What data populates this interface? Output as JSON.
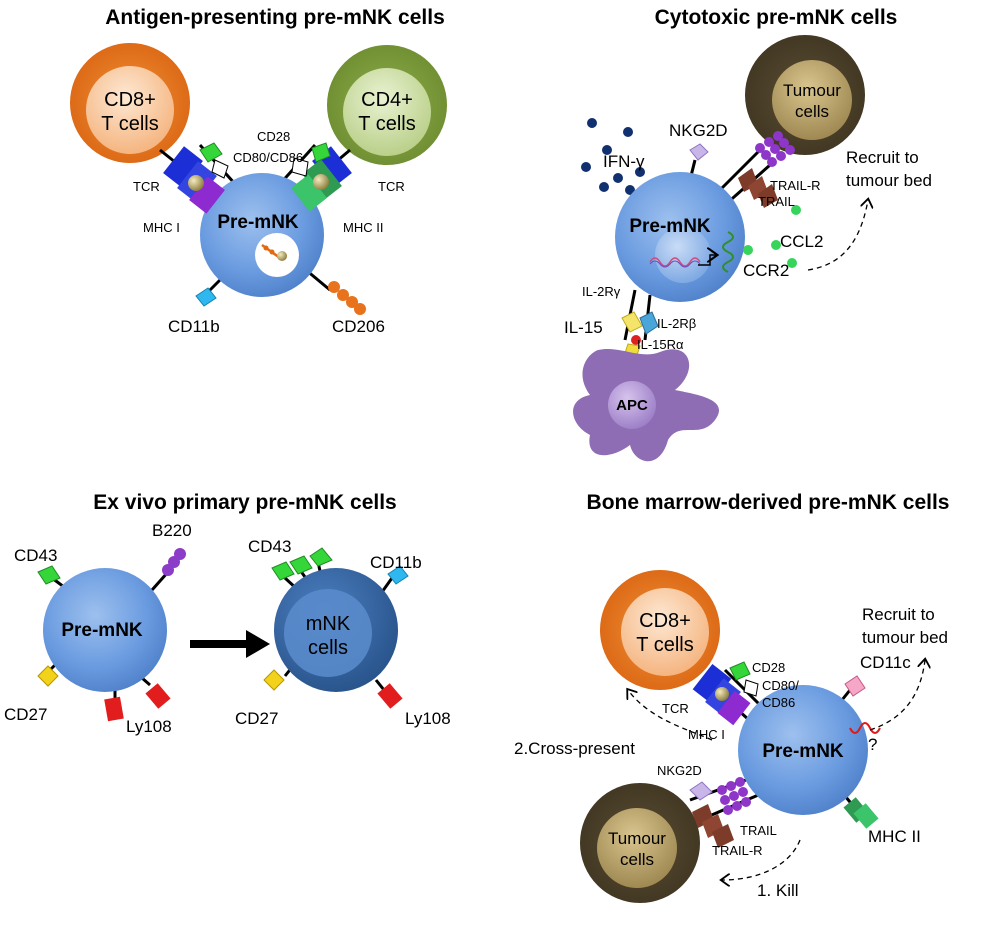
{
  "titles": {
    "top_left": "Antigen-presenting pre-mNK cells",
    "top_right": "Cytotoxic pre-mNK cells",
    "bottom_left": "Ex vivo primary pre-mNK cells",
    "bottom_right": "Bone marrow-derived pre-mNK cells"
  },
  "cells": {
    "pre_mnk": "Pre-mNK",
    "mnk_line1": "mNK",
    "mnk_line2": "cells",
    "cd8_line1": "CD8+",
    "cd4_line1": "CD4+",
    "t_cells": "T cells",
    "tumour_line1": "Tumour",
    "tumour_line2": "cells",
    "apc": "APC"
  },
  "labels": {
    "cd28": "CD28",
    "cd80_cd86": "CD80/CD86",
    "tcr": "TCR",
    "mhc1": "MHC I",
    "mhc2": "MHC II",
    "cd11b": "CD11b",
    "cd206": "CD206",
    "nkg2d": "NKG2D",
    "ifng": "IFN-γ",
    "trail_r": "TRAIL-R",
    "trail": "TRAIL",
    "ccl2": "CCL2",
    "ccr2": "CCR2",
    "il2rg": "IL-2Rγ",
    "il15": "IL-15",
    "il2rb": "IL-2Rβ",
    "il15ra": "IL-15Rα",
    "recruit_line1": "Recruit to",
    "recruit_line2": "tumour bed",
    "cd43": "CD43",
    "b220": "B220",
    "cd27": "CD27",
    "ly108": "Ly108",
    "cd80_a": "CD80/",
    "cd86": "CD86",
    "cd11c": "CD11c",
    "question": "?",
    "cross_present": "2.Cross-present",
    "kill": "1. Kill"
  },
  "colors": {
    "pre_mnk_blue": "#5b8fd6",
    "mnk_dark_blue": "#2e5f9e",
    "cd8_orange": "#e8731c",
    "cd4_green": "#7a9a3a",
    "tumour_brown": "#4d4128",
    "apc_purple": "#8f6db4"
  }
}
